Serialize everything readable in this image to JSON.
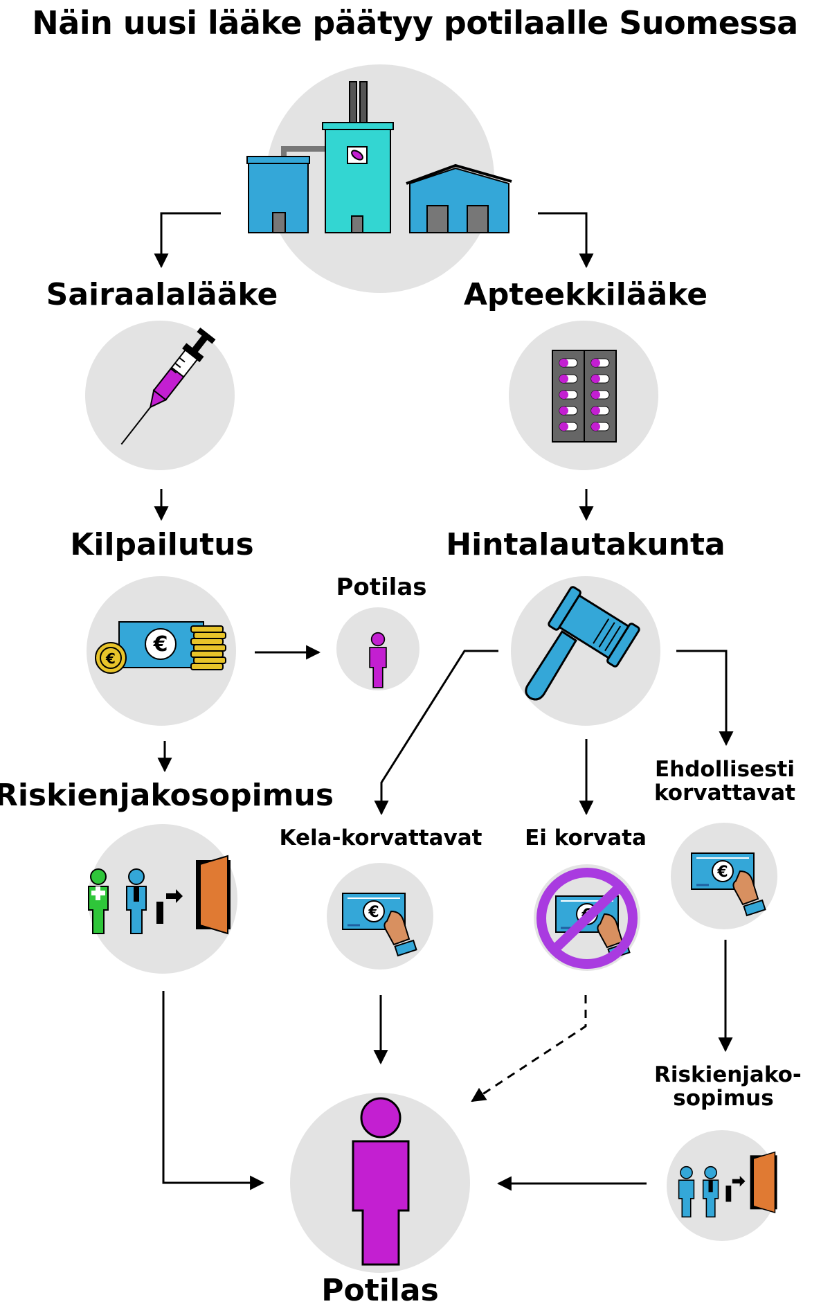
{
  "title": "Näin uusi lääke päätyy potilaalle Suomessa",
  "nodes": {
    "hospital_drug": "Sairaalalääke",
    "pharmacy_drug": "Apteekkilääke",
    "tendering": "Kilpailutus",
    "pricing_board": "Hintalautakunta",
    "patient_small": "Potilas",
    "risk_sharing": "Riskienjakosopimus",
    "kela_reimbursed": "Kela-korvattavat",
    "not_reimbursed": "Ei korvata",
    "conditionally_reimbursed": "Ehdollisesti korvattavat",
    "risk_sharing_small": "Riskienjako-sopimus",
    "patient": "Potilas"
  },
  "icons": {
    "factory": "factory-icon",
    "syringe": "syringe-icon",
    "pills": "pill-blister-icon",
    "money": "euro-money-icon",
    "gavel": "gavel-icon",
    "person": "person-icon",
    "contract": "risk-sharing-icon",
    "banknote_hand": "banknote-hand-icon",
    "prohibited": "no-sign-icon"
  },
  "colors": {
    "circle": "#e3e3e3",
    "magenta": "#c31fd1",
    "blue": "#34a7d8",
    "teal": "#33d6d2",
    "green": "#2fc63a",
    "orange": "#e07a33",
    "gold": "#e8c42a",
    "skin": "#d89060",
    "purple": "#a93be0",
    "gray": "#666666"
  }
}
